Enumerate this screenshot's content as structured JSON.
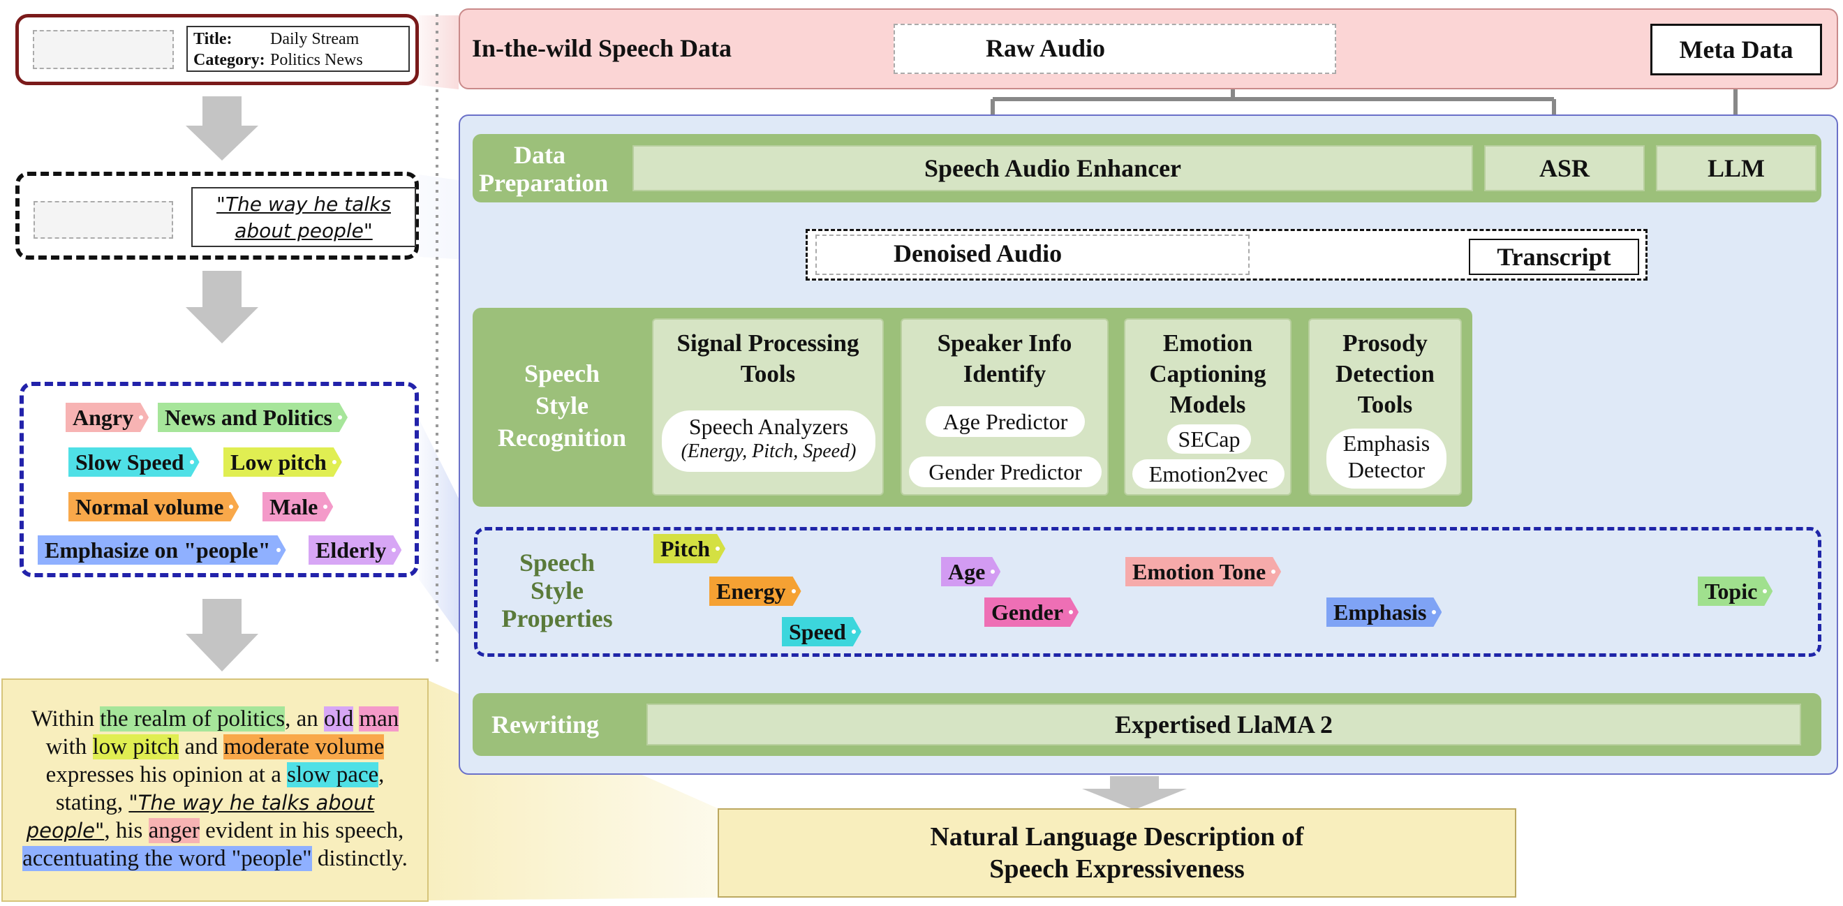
{
  "left": {
    "meta_card": {
      "title_key": "Title:",
      "title_value": "Daily Stream",
      "category_key": "Category:",
      "category_value": "Politics News"
    },
    "quote_card": {
      "quote_line1": "\"The way he talks",
      "quote_line2": "about people\""
    },
    "tags": [
      {
        "label": "Angry",
        "color": "#f7b3b3"
      },
      {
        "label": "News and Politics",
        "color": "#a6e59a"
      },
      {
        "label": "Slow Speed",
        "color": "#4fe0e6"
      },
      {
        "label": "Low pitch",
        "color": "#e0ee52"
      },
      {
        "label": "Normal volume",
        "color": "#f9a84a"
      },
      {
        "label": "Male",
        "color": "#f49ac9"
      },
      {
        "label": "Emphasize on \"people\"",
        "color": "#8fb0ff"
      },
      {
        "label": "Elderly",
        "color": "#d7a6f5"
      }
    ],
    "description": {
      "p1": "Within ",
      "h1": "the realm of politics",
      "p2": ", an ",
      "h2": "old",
      "p3": " ",
      "h3": "man",
      "p4": "with ",
      "h4": "low pitch",
      "p5": " and ",
      "h5": "moderate volume",
      "p6": "expresses his opinion at a ",
      "h6": "slow pace",
      "p7": ",",
      "p8": "stating, ",
      "q1": "\"The way he talks about",
      "q2": "people\"",
      "p9": ", his ",
      "h7": "anger",
      "p10": " evident in his speech,",
      "h8": "accentuating the word \"people\"",
      "p11": " distinctly."
    }
  },
  "pipeline": {
    "wild_title": "In-the-wild Speech Data",
    "raw_audio": "Raw Audio",
    "meta_data": "Meta Data",
    "prep_label_1": "Data",
    "prep_label_2": "Preparation",
    "enhancer": "Speech Audio Enhancer",
    "asr": "ASR",
    "llm": "LLM",
    "denoised_audio": "Denoised Audio",
    "transcript": "Transcript",
    "ssr_label_1": "Speech",
    "ssr_label_2": "Style",
    "ssr_label_3": "Recognition",
    "modules": {
      "signal": {
        "title1": "Signal Processing",
        "title2": "Tools",
        "pill1": "Speech Analyzers",
        "pill2": "(Energy, Pitch, Speed)"
      },
      "speaker": {
        "title1": "Speaker Info",
        "title2": "Identify",
        "pill_age": "Age Predictor",
        "pill_gender": "Gender Predictor"
      },
      "emotion": {
        "title1": "Emotion",
        "title2": "Captioning",
        "title3": "Models",
        "pill_secap": "SECap",
        "pill_e2v": "Emotion2vec"
      },
      "prosody": {
        "title1": "Prosody",
        "title2": "Detection",
        "title3": "Tools",
        "pill1": "Emphasis",
        "pill2": "Detector"
      }
    },
    "ssp_label_1": "Speech",
    "ssp_label_2": "Style",
    "ssp_label_3": "Properties",
    "properties": [
      {
        "label": "Pitch",
        "color": "#d4e042"
      },
      {
        "label": "Energy",
        "color": "#f5a133"
      },
      {
        "label": "Speed",
        "color": "#3cd6dc"
      },
      {
        "label": "Age",
        "color": "#d29bf2"
      },
      {
        "label": "Gender",
        "color": "#ee6fb5"
      },
      {
        "label": "Emotion Tone",
        "color": "#f6aaaa"
      },
      {
        "label": "Emphasis",
        "color": "#7fa3f5"
      },
      {
        "label": "Topic",
        "color": "#a0e08e"
      }
    ],
    "rewriting_label": "Rewriting",
    "llama": "Expertised LlaMA 2",
    "output_line1": "Natural Language Description of",
    "output_line2": "Speech Expressiveness"
  }
}
